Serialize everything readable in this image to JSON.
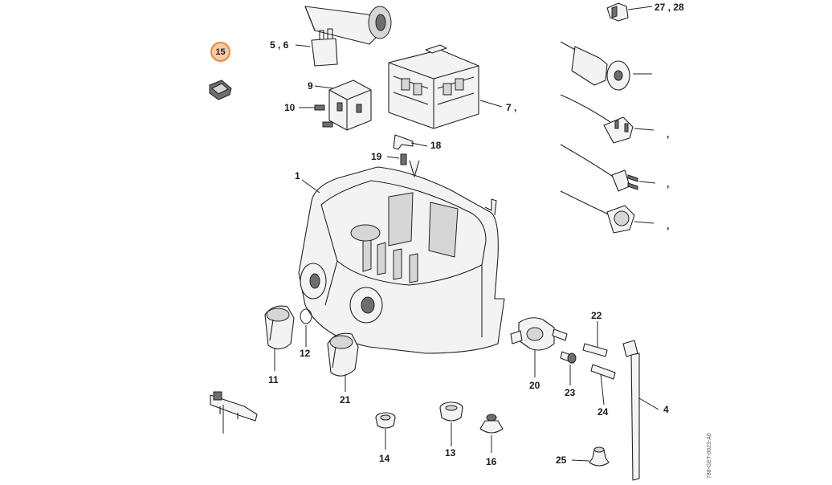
{
  "diagram": {
    "highlighted_label": "15",
    "drawing_code": "788-GET-0023-A0",
    "labels": {
      "l1": "1",
      "l4": "4",
      "l5_6": "5 , 6",
      "l7": "7 ,",
      "l9": "9",
      "l10": "10",
      "l11": "11",
      "l12": "12",
      "l13": "13",
      "l14": "14",
      "l16": "16",
      "l18": "18",
      "l19": "19",
      "l20": "20",
      "l21": "21",
      "l22": "22",
      "l23": "23",
      "l24": "24",
      "l25": "25",
      "l27_28": "27 , 28",
      "c1": ",",
      "c2": ",",
      "c3": ","
    },
    "colors": {
      "highlight_fill": "#f7c9a7",
      "highlight_stroke": "#e8893f",
      "line": "#222222"
    }
  }
}
